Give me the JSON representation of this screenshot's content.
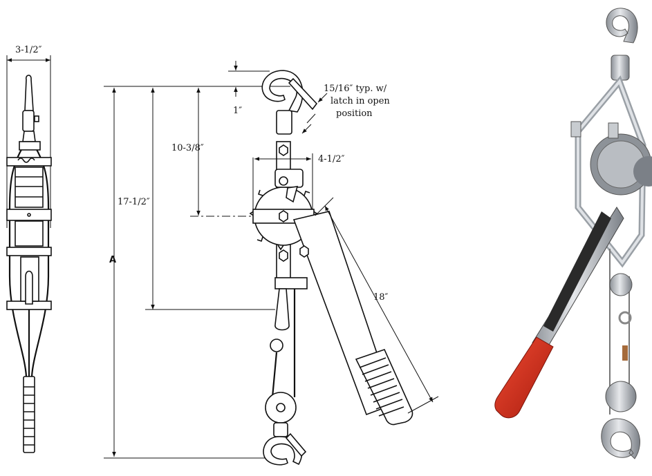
{
  "dimensions": {
    "width_label": "3-1/2″",
    "hook_opening_label": "1″",
    "latch_label_line1": "15/16″ typ. w/",
    "latch_label_line2": "latch in open",
    "latch_label_line3": "position",
    "ratchet_depth_label": "10-3/8″",
    "frame_width_label": "4-1/2″",
    "upper_height_label": "17-1/2″",
    "overall_label": "A",
    "handle_length_label": "18″"
  },
  "colors": {
    "line": "#111111",
    "grip_red": "#d9301c",
    "steel": "#b8bcc2",
    "steel_dark": "#6e737a"
  }
}
